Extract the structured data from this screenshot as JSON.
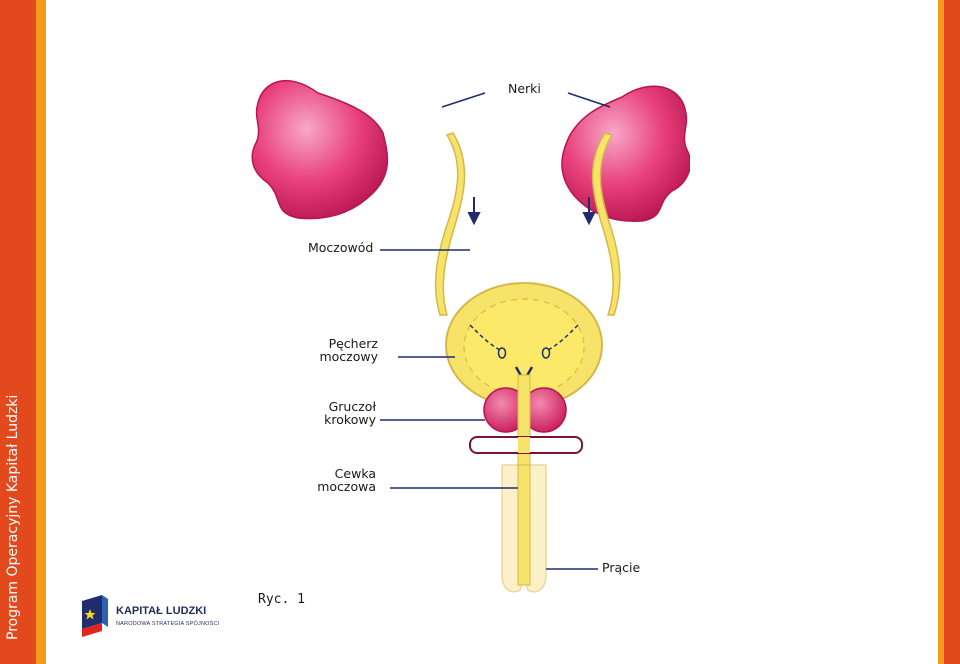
{
  "sidebar": {
    "vertical_text": "Program Operacyjny Kapitał Ludzki"
  },
  "figure": {
    "labels": {
      "nerki": "Nerki",
      "moczowod": "Moczowód",
      "pecherz_line1": "Pęcherz",
      "pecherz_line2": "moczowy",
      "gruczol_line1": "Gruczoł",
      "gruczol_line2": "krokowy",
      "cewka_line1": "Cewka",
      "cewka_line2": "moczowa",
      "pracie": "Prącie"
    },
    "caption": "Ryc. 1"
  },
  "logo": {
    "title": "KAPITAŁ LUDZKI",
    "subtitle": "NARODOWA STRATEGIA SPÓJNOŚCI"
  },
  "colors": {
    "bar_red": "#e2491c",
    "bar_orange": "#f59a1b",
    "kidney": "#e8407a",
    "ureter": "#f7e36a",
    "outline": "#1f2c6e"
  }
}
